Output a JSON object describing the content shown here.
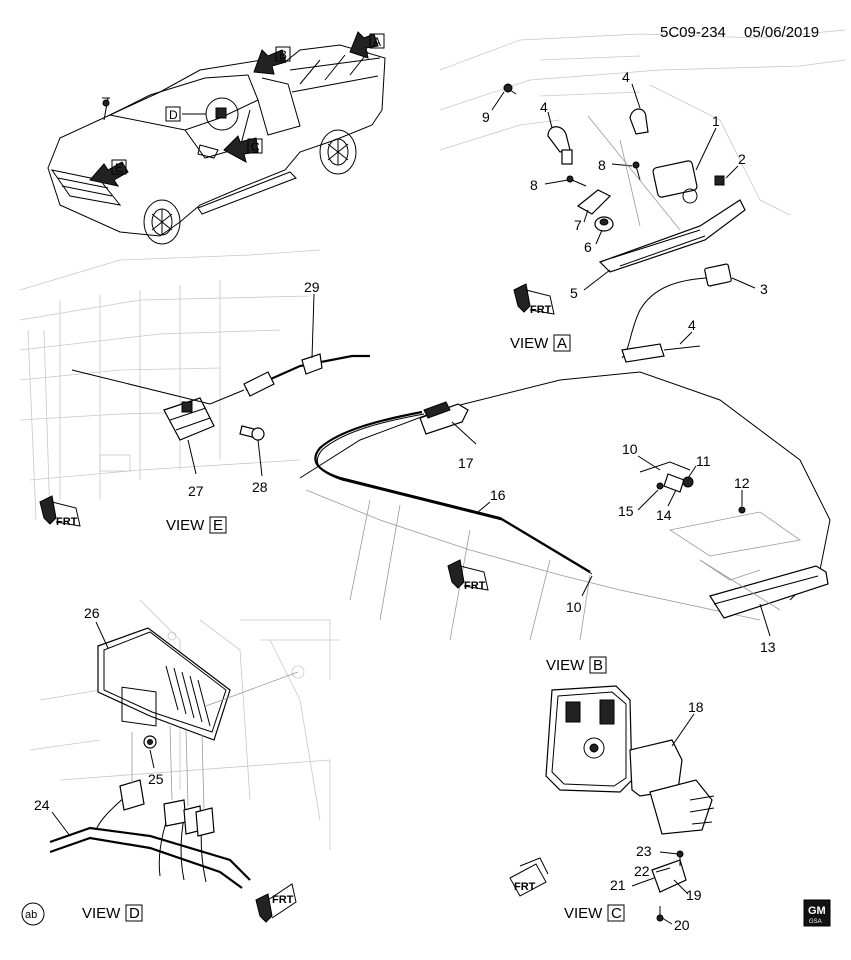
{
  "header": {
    "code": "5C09-234",
    "date": "05/06/2019"
  },
  "callouts": {
    "c1": "1",
    "c2": "2",
    "c3": "3",
    "c4a": "4",
    "c4b": "4",
    "c4c": "4",
    "c5": "5",
    "c6": "6",
    "c7": "7",
    "c8a": "8",
    "c8b": "8",
    "c9": "9",
    "c10a": "10",
    "c10b": "10",
    "c11": "11",
    "c12": "12",
    "c13": "13",
    "c14": "14",
    "c15": "15",
    "c16": "16",
    "c17": "17",
    "c18": "18",
    "c19": "19",
    "c20": "20",
    "c21": "21",
    "c22": "22",
    "c23": "23",
    "c24": "24",
    "c25": "25",
    "c26": "26",
    "c27": "27",
    "c28": "28",
    "c29": "29"
  },
  "views": {
    "A": {
      "prefix": "VIEW",
      "letter": "A"
    },
    "B": {
      "prefix": "VIEW",
      "letter": "B"
    },
    "C": {
      "prefix": "VIEW",
      "letter": "C"
    },
    "D": {
      "prefix": "VIEW",
      "letter": "D"
    },
    "E": {
      "prefix": "VIEW",
      "letter": "E"
    }
  },
  "truck_arrows": {
    "A": "A",
    "B": "B",
    "C": "C",
    "D": "D",
    "E": "E"
  },
  "frt_label": "FRT",
  "footer": {
    "ab_mark": "ab",
    "logo_top": "GM",
    "logo_bottom": "GSA"
  }
}
